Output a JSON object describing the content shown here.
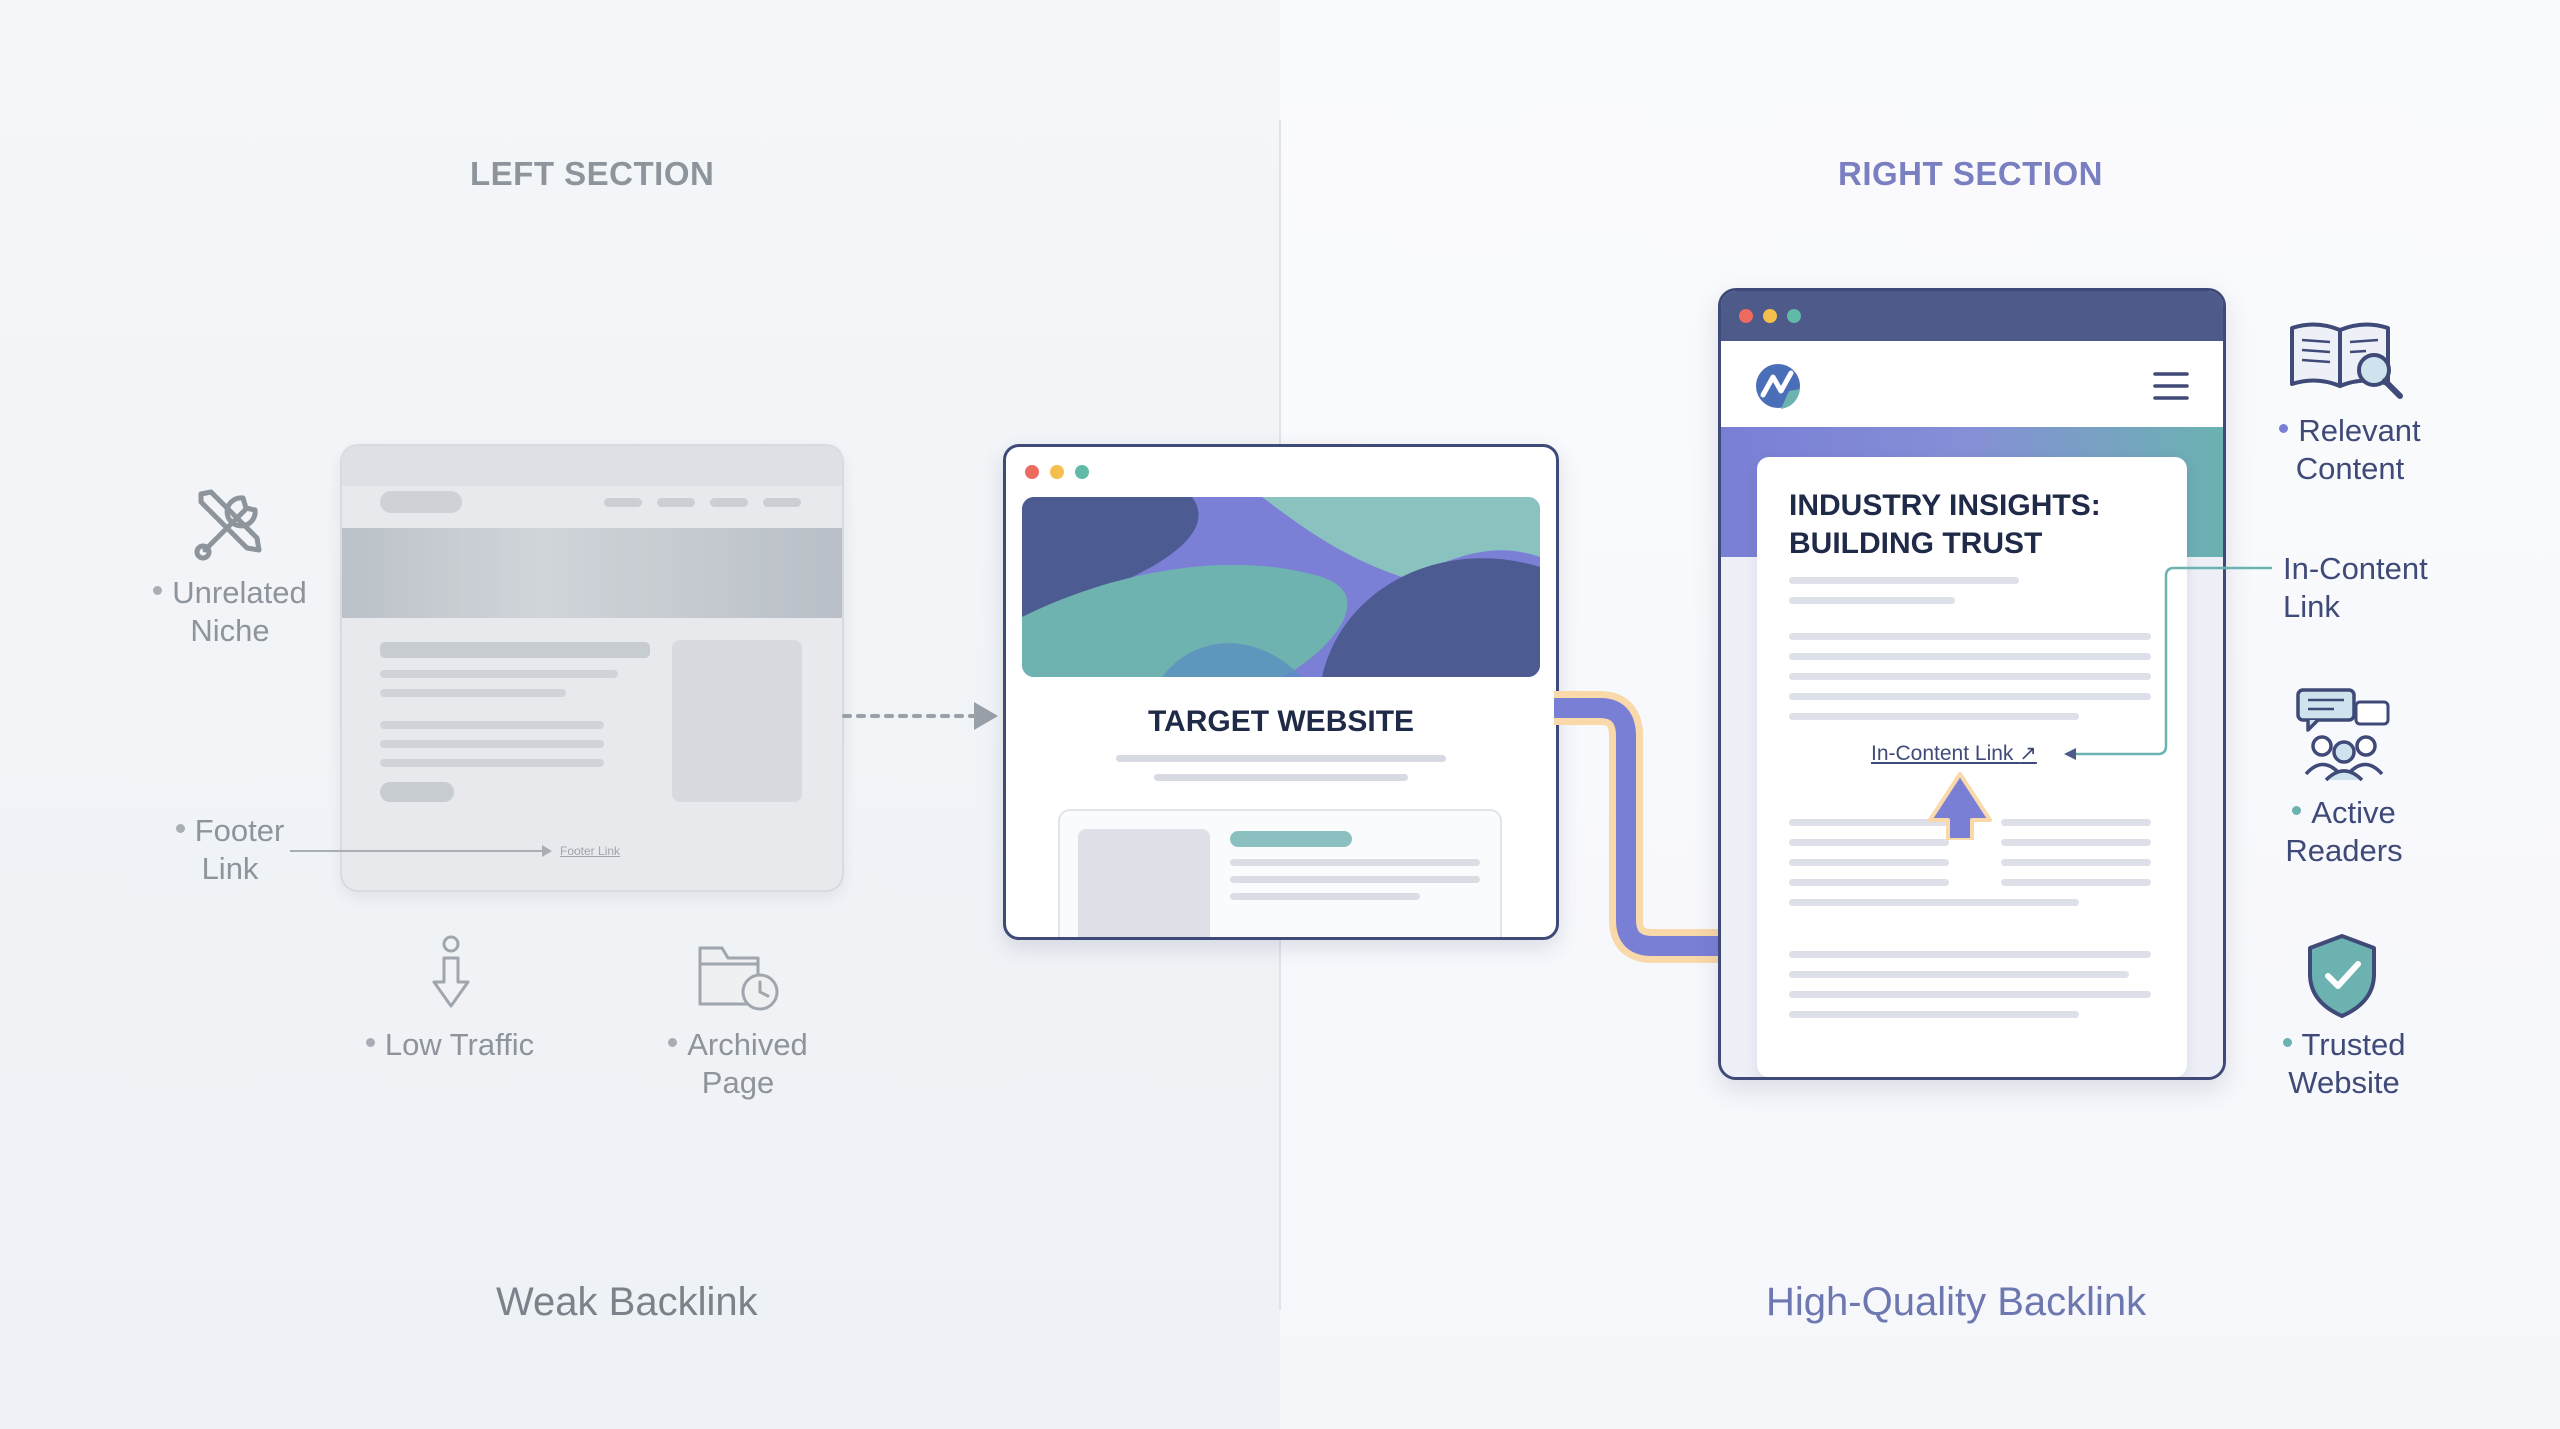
{
  "left": {
    "title": "LEFT SECTION",
    "caption": "Weak Backlink",
    "labels": {
      "niche": [
        "Unrelated",
        "Niche"
      ],
      "footer": [
        "Footer",
        "Link"
      ],
      "traffic": "Low Traffic",
      "archived": [
        "Archived",
        "Page"
      ]
    },
    "footer_link_text": "Footer Link"
  },
  "center": {
    "title": "TARGET WEBSITE"
  },
  "right": {
    "title": "RIGHT SECTION",
    "caption": "High-Quality Backlink",
    "article_title": [
      "INDUSTRY INSIGHTS:",
      "BUILDING TRUST"
    ],
    "inline_link": "In-Content Link",
    "labels": {
      "relevant": [
        "Relevant",
        "Content"
      ],
      "incontent": [
        "In-Content",
        "Link"
      ],
      "readers": [
        "Active",
        "Readers"
      ],
      "trusted": [
        "Trusted",
        "Website"
      ]
    }
  },
  "colors": {
    "accent_purple": "#7a7fd6",
    "accent_teal": "#6bb2b1",
    "navy": "#3f4a78",
    "glow_orange": "#f7c98a",
    "muted_gray": "#8e949c"
  },
  "icons": [
    "wrench-screwdriver-icon",
    "down-arrow-icon",
    "archive-folder-icon",
    "book-search-icon",
    "chat-group-icon",
    "shield-check-icon",
    "logo-icon",
    "hamburger-menu-icon"
  ]
}
